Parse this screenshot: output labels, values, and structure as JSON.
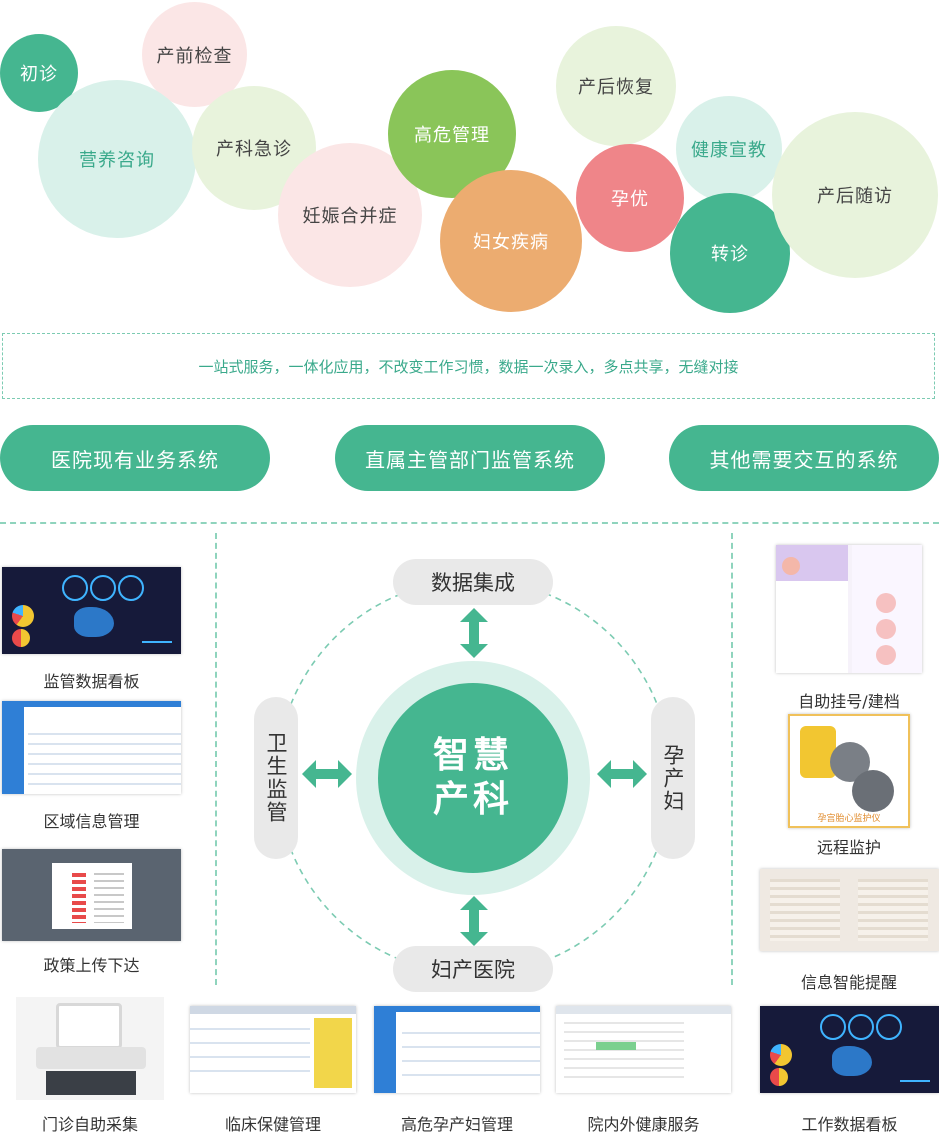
{
  "bubbles": [
    {
      "id": "chuzhen",
      "label": "初诊",
      "bg": "#45b690",
      "fg": "#ffffff"
    },
    {
      "id": "chanqian",
      "label": "产前检查",
      "bg": "#fbe6e6",
      "fg": "#444444"
    },
    {
      "id": "yingyang",
      "label": "营养咨询",
      "bg": "#d9f1ea",
      "fg": "#3aa98b"
    },
    {
      "id": "chanke",
      "label": "产科急诊",
      "bg": "#e8f3dc",
      "fg": "#444444"
    },
    {
      "id": "renshen",
      "label": "妊娠合并症",
      "bg": "#fbe6e6",
      "fg": "#444444"
    },
    {
      "id": "gaowei",
      "label": "高危管理",
      "bg": "#8ac559",
      "fg": "#ffffff"
    },
    {
      "id": "funv",
      "label": "妇女疾病",
      "bg": "#ecac70",
      "fg": "#ffffff"
    },
    {
      "id": "chanhou",
      "label": "产后恢复",
      "bg": "#e8f3dc",
      "fg": "#444444"
    },
    {
      "id": "jiankang",
      "label": "健康宣教",
      "bg": "#d9f1ea",
      "fg": "#3aa98b"
    },
    {
      "id": "yunyou",
      "label": "孕优",
      "bg": "#ef8589",
      "fg": "#ffffff"
    },
    {
      "id": "zhuanzhen",
      "label": "转诊",
      "bg": "#45b690",
      "fg": "#ffffff"
    },
    {
      "id": "suifang",
      "label": "产后随访",
      "bg": "#e8f3dc",
      "fg": "#444444"
    }
  ],
  "tagline": "一站式服务，一体化应用，不改变工作习惯，数据一次录入，多点共享，无缝对接",
  "systems": [
    "医院现有业务系统",
    "直属主管部门监管系统",
    "其他需要交互的系统"
  ],
  "center": {
    "line1": "智慧",
    "line2": "产科"
  },
  "nodes": {
    "top": "数据集成",
    "bottom": "妇产医院",
    "left": "卫生监管",
    "right": "孕产妇"
  },
  "left_items": [
    "监管数据看板",
    "区域信息管理",
    "政策上传下达"
  ],
  "right_items": [
    "自助挂号/建档",
    "远程监护",
    "信息智能提醒"
  ],
  "bottom_items": [
    "门诊自助采集",
    "临床保健管理",
    "高危孕产妇管理",
    "院内外健康服务",
    "工作数据看板"
  ],
  "device_label": "孕宫胎心监护仪",
  "colors": {
    "primary": "#45b690",
    "light": "#d9f1ea",
    "dash": "#8fd4bd"
  }
}
